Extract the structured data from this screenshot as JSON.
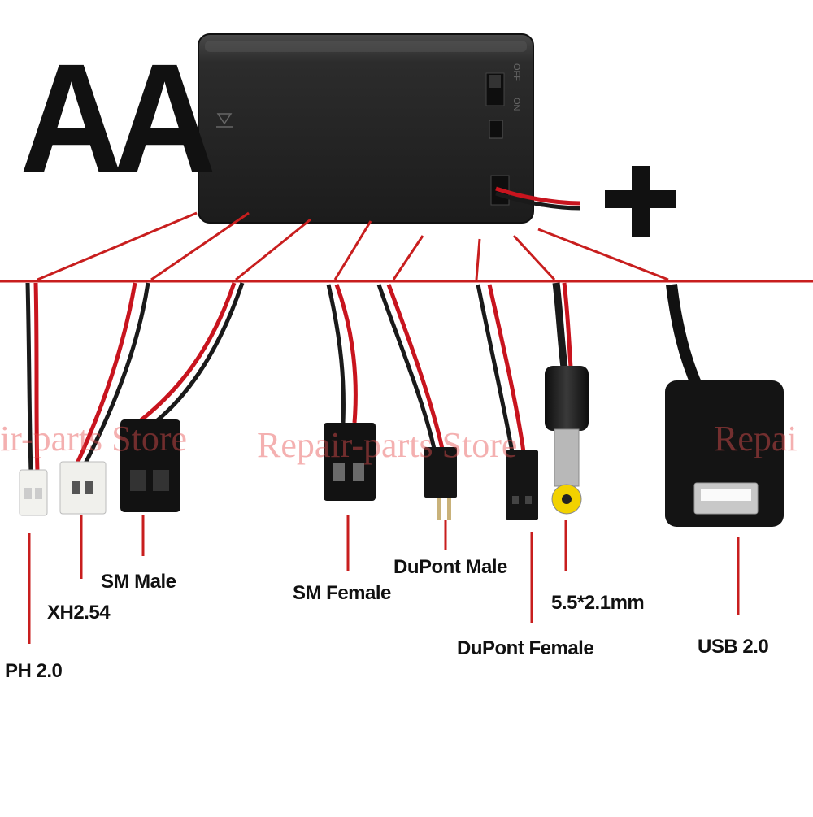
{
  "heading": {
    "battery_type": "AA",
    "plus_sign": "+"
  },
  "colors": {
    "red_wire": "#c8141e",
    "black_wire": "#1a1a1a",
    "pointer_line": "#c81e1e",
    "watermark": "#e65050"
  },
  "watermark": {
    "text_left": "ir-parts Store",
    "text_center": "Repair-parts Store",
    "text_right": "Repai"
  },
  "battery_box": {
    "switch_on": "ON",
    "switch_off": "OFF"
  },
  "connectors": [
    {
      "label": "PH 2.0"
    },
    {
      "label": "XH2.54"
    },
    {
      "label": "SM Male"
    },
    {
      "label": "SM Female"
    },
    {
      "label": "DuPont Male"
    },
    {
      "label": "DuPont Female"
    },
    {
      "label": "5.5*2.1mm"
    },
    {
      "label": "USB 2.0"
    }
  ]
}
